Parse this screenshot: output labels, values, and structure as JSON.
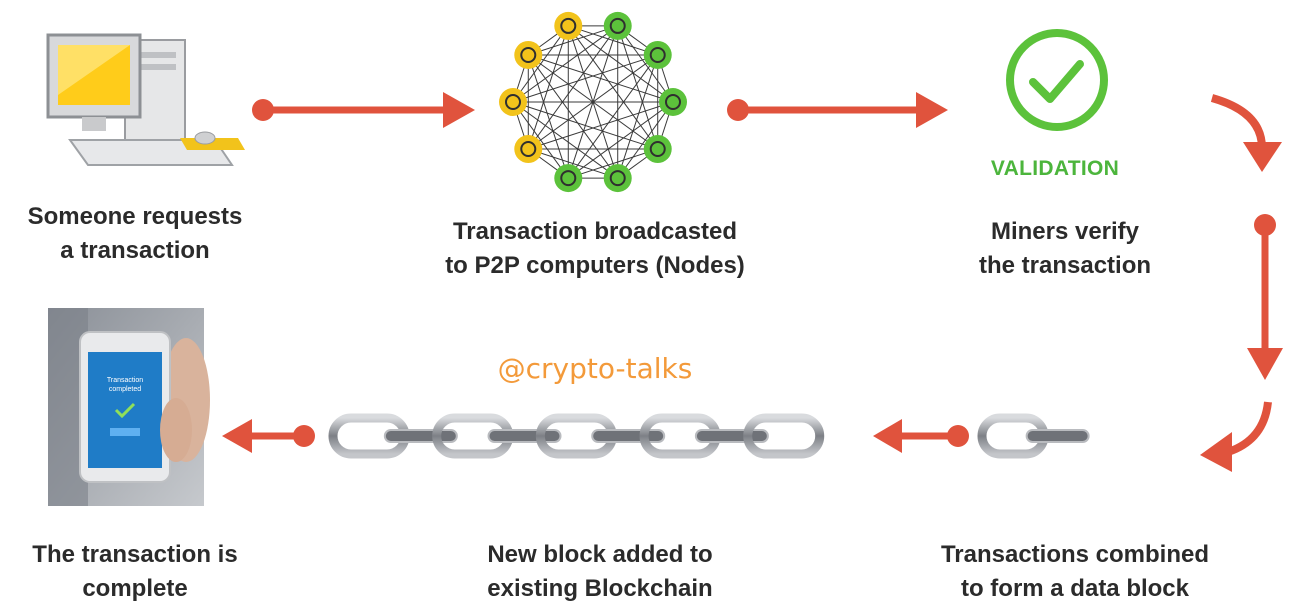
{
  "steps": [
    {
      "line1": "Someone requests",
      "line2": "a transaction"
    },
    {
      "line1": "Transaction broadcasted",
      "line2": "to  P2P computers (Nodes)"
    },
    {
      "line1": "Miners verify",
      "line2": "the transaction"
    },
    {
      "line1": "Transactions combined",
      "line2": "to form a data block"
    },
    {
      "line1": "New block added to",
      "line2": "existing Blockchain"
    },
    {
      "line1": "The transaction is",
      "line2": "complete"
    }
  ],
  "validation_label": "VALIDATION",
  "watermark": "@crypto-talks",
  "phone": {
    "screen_line1": "Transaction",
    "screen_line2": "completed"
  },
  "colors": {
    "arrow": "#e0533d",
    "node_green": "#5cc23b",
    "node_yellow": "#f2c31b",
    "validation_green": "#4cb53c",
    "chain": "#8e9197"
  },
  "icons": [
    "computer-icon",
    "network-nodes-icon",
    "checkmark-circle-icon",
    "chain-icon",
    "smartphone-icon"
  ]
}
